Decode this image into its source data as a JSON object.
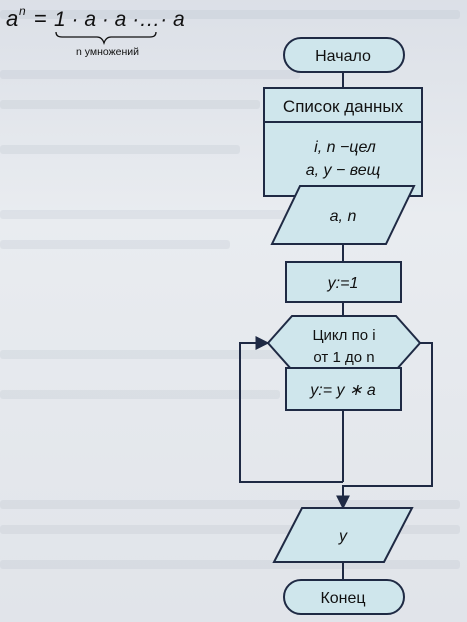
{
  "formula": {
    "base": "a",
    "exponent": "n",
    "equals": "=",
    "expression": "1 · a · a ·…· a",
    "underbrace_label": "n умножений"
  },
  "flowchart": {
    "start": "Начало",
    "data_header": "Список данных",
    "data_line1": "i, n  −цел",
    "data_line2": "a, y − вещ",
    "input": "a, n",
    "init": "y:=1",
    "loop_line1": "Цикл по i",
    "loop_line2": "от 1 до n",
    "body": "y:= y ∗ a",
    "output": "y",
    "end": "Конец"
  },
  "colors": {
    "shape_fill": "#cfe6ec",
    "stroke": "#1f2a44",
    "text": "#111111"
  }
}
